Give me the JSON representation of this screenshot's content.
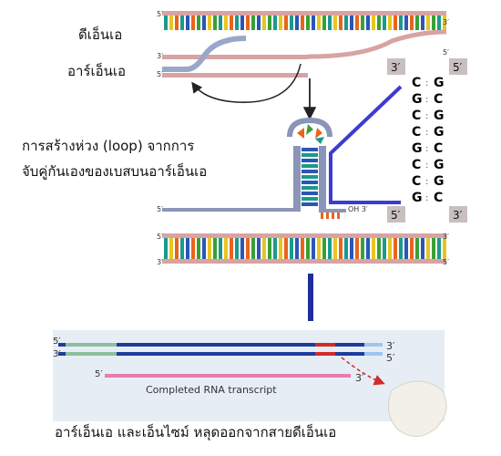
{
  "labels": {
    "dna": "ดีเอ็นเอ",
    "rna": "อาร์เอ็นเอ",
    "loop_line1": "การสร้างห่วง (loop) จากการ",
    "loop_line2": "จับคู่กันเองของเบสบนอาร์เอ็นเอ",
    "release": "อาร์เอ็นเอ และเอ็นไซม์ หลุดออกจากสายดีเอ็นเอ",
    "oh3": "OH 3′",
    "completed_transcript": "Completed RNA transcript",
    "prime5": "5′",
    "prime3": "3′"
  },
  "stem_pairs": [
    [
      "C",
      "G"
    ],
    [
      "G",
      "C"
    ],
    [
      "C",
      "G"
    ],
    [
      "C",
      "G"
    ],
    [
      "G",
      "C"
    ],
    [
      "C",
      "G"
    ],
    [
      "C",
      "G"
    ],
    [
      "G",
      "C"
    ]
  ],
  "colors": {
    "teal": "#1a9a8c",
    "orange": "#e8641e",
    "blue": "#2a56b8",
    "green": "#3aa035",
    "yellow": "#e8c520",
    "pink_strand": "#e87bb0",
    "navy_strand": "#1e3c9c",
    "red_mark": "#d22a2a",
    "pointer_blue": "#3c3cd0"
  }
}
